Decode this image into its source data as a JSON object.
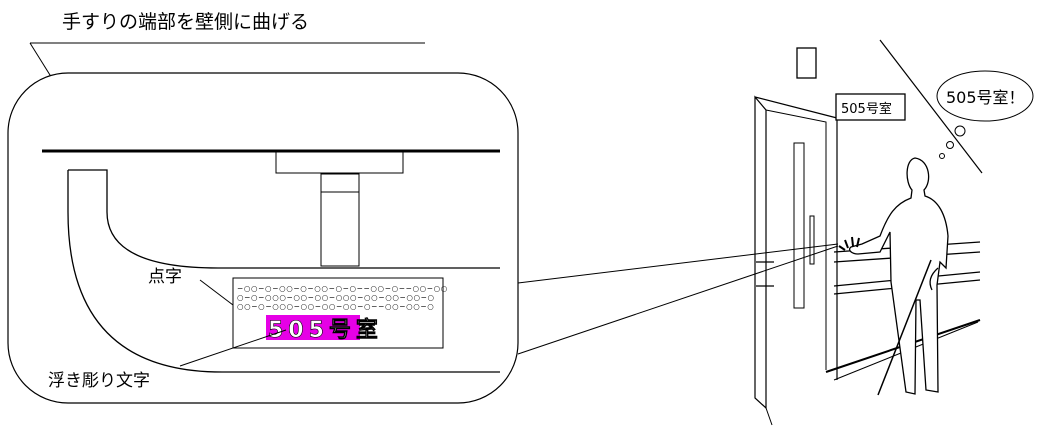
{
  "labels": {
    "handrail_end": "手すりの端部を壁側に曲げる",
    "braille": "点字",
    "raised_letters": "浮き彫り文字",
    "room_plate": "505号室",
    "door_sign": "505号室",
    "thought": "505号室！"
  },
  "braille_rows": [
    "−○○−○−○○−○−○○−○−○−−○○−○−−○○−○○",
    "○−○−○○○−○○−○○−○○○−○○−○○−○○−○",
    "○○−○−○○○−○○−○○−○○−○−−○○−○○−○"
  ],
  "colors": {
    "highlight": "#e600e6",
    "line": "#000000",
    "background": "#ffffff"
  }
}
